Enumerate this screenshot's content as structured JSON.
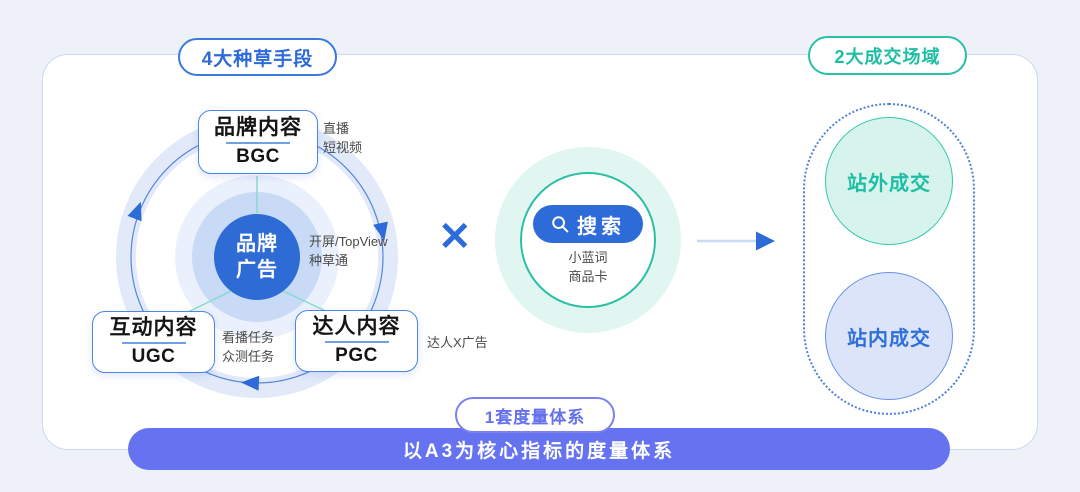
{
  "colors": {
    "accent_blue": "#2E6BD9",
    "teal": "#1FBEA4",
    "purple": "#6673F0",
    "offsite_fill": "#D6F4EC",
    "onsite_fill": "#DBE4F8"
  },
  "badges": {
    "seeding": "4大种草手段",
    "deal": "2大成交场域",
    "measure": "1套度量体系"
  },
  "cycle": {
    "center": "品牌\n广告",
    "center_note": "开屏/TopView\n种草通",
    "bgc": {
      "title": "品牌内容",
      "subtitle": "BGC",
      "note": "直播\n短视频"
    },
    "ugc": {
      "title": "互动内容",
      "subtitle": "UGC",
      "note": "看播任务\n众测任务"
    },
    "pgc": {
      "title": "达人内容",
      "subtitle": "PGC",
      "note": "达人X广告"
    }
  },
  "operator": {
    "multiply": "✕"
  },
  "search": {
    "button_label": "搜索",
    "note": "小蓝词\n商品卡"
  },
  "deal_fields": {
    "offsite": "站外成交",
    "onsite": "站内成交"
  },
  "measure_bar": {
    "text": "以A3为核心指标的度量体系"
  }
}
